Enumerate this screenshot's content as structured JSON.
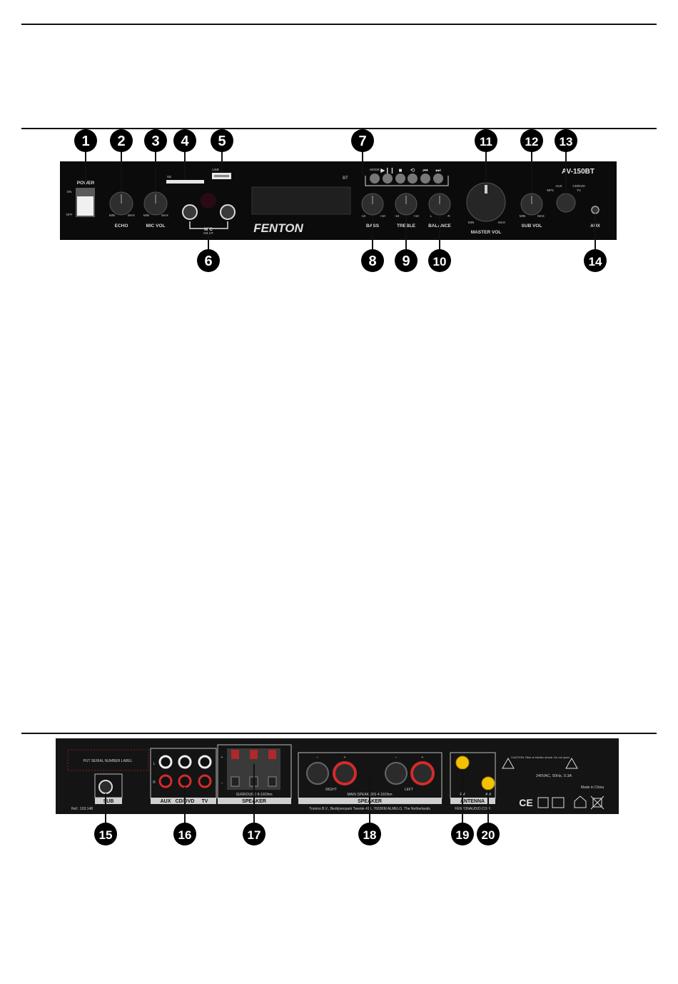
{
  "front_panel": {
    "model": "AV-150BT",
    "brand": "FENTON",
    "bt_label": "BT",
    "power": {
      "label": "POWER",
      "on": "ON",
      "off": "OFF"
    },
    "knobs": {
      "echo": "ECHO",
      "mic_vol": "MIC VOL",
      "bass": "BASS",
      "treble": "TREBLE",
      "balance": "BALANCE",
      "master_vol": "MASTER VOL",
      "sub_vol": "SUB VOL"
    },
    "scale": {
      "min": "MIN",
      "max": "MAX",
      "neg10": "-10",
      "pos10": "+10",
      "left": "L",
      "right": "R"
    },
    "sd": "SD",
    "usb": "USB",
    "mic": "MIC",
    "input": "INPUT",
    "mode": "MODE",
    "aux": "AUX",
    "source": {
      "mp3": "MP3",
      "aux": "AUX",
      "cd_dvd": "CD/DVD",
      "tv": "TV"
    }
  },
  "rear_panel": {
    "serial_label": "PUT SERIAL NUMBER LABEL",
    "ref": "Ref.: 103.148",
    "sub": "SUB",
    "inputs": {
      "aux": "AUX",
      "cd_dvd": "CD/DVD",
      "tv": "TV",
      "l": "L",
      "r": "R"
    },
    "surround": "SURROUND 8-16Ohm",
    "speaker": "SPEAKER",
    "main_speakers": "MAIN SPEAKERS 4-16Ohm",
    "right": "RIGHT",
    "left": "LEFT",
    "minus": "−",
    "plus": "+",
    "address": "Tronios B.V., Bedrijvenpark Twente 415, 7602KM ALMELO, The Netherlands",
    "antenna": "ANTENNA",
    "fm": "FM",
    "am": "AM",
    "website": "FENTONAUDIO.COM",
    "caution": "CAUTION: Risk of electric shock. Do not open",
    "power_rating": "240VAC, 50Hz, 0.3A",
    "made_in": "Made in China",
    "ce": "CE"
  },
  "callouts": [
    "1",
    "2",
    "3",
    "4",
    "5",
    "6",
    "7",
    "8",
    "9",
    "10",
    "11",
    "12",
    "13",
    "14",
    "15",
    "16",
    "17",
    "18",
    "19",
    "20"
  ]
}
